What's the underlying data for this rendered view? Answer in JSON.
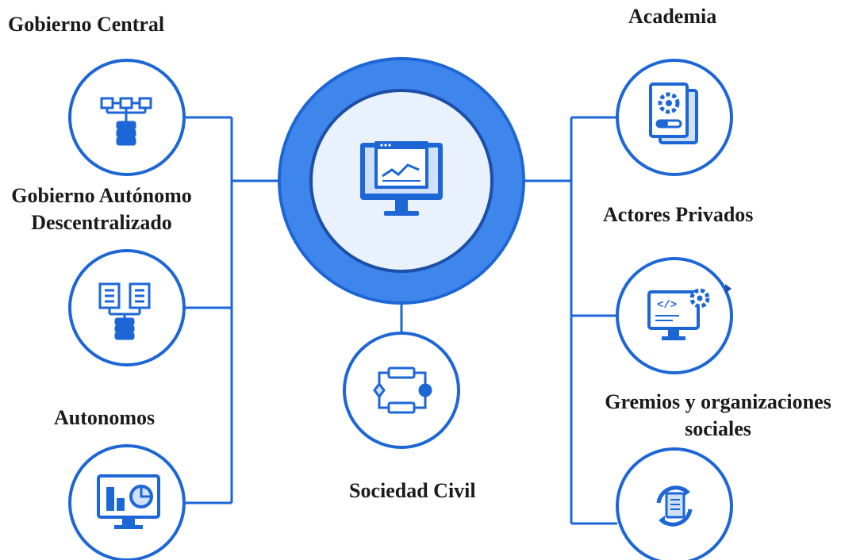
{
  "nodes": {
    "gobierno_central": {
      "label": "Gobierno Central",
      "icon": "org-chart-database-icon"
    },
    "gad": {
      "label_line1": "Gobierno Autónomo",
      "label_line2": "Descentralizado",
      "icon": "documents-database-icon"
    },
    "autonomos": {
      "label": "Autonomos",
      "icon": "monitor-analytics-icon"
    },
    "academia": {
      "label": "Academia",
      "icon": "document-gear-icon"
    },
    "actores_privados": {
      "label": "Actores Privados",
      "icon": "monitor-code-gear-icon"
    },
    "gremios": {
      "label_line1": "Gremios y organizaciones",
      "label_line2": "sociales",
      "icon": "document-cycle-icon"
    },
    "sociedad_civil": {
      "label": "Sociedad Civil",
      "icon": "workflow-icon"
    },
    "center": {
      "icon": "monitor-chart-icon"
    }
  },
  "colors": {
    "primary": "#1d66d6",
    "ring_fill": "#3f86ec",
    "inner_fill": "#e9f1fd",
    "icon_light": "#cfe0fb",
    "text": "#1a1a1a"
  }
}
